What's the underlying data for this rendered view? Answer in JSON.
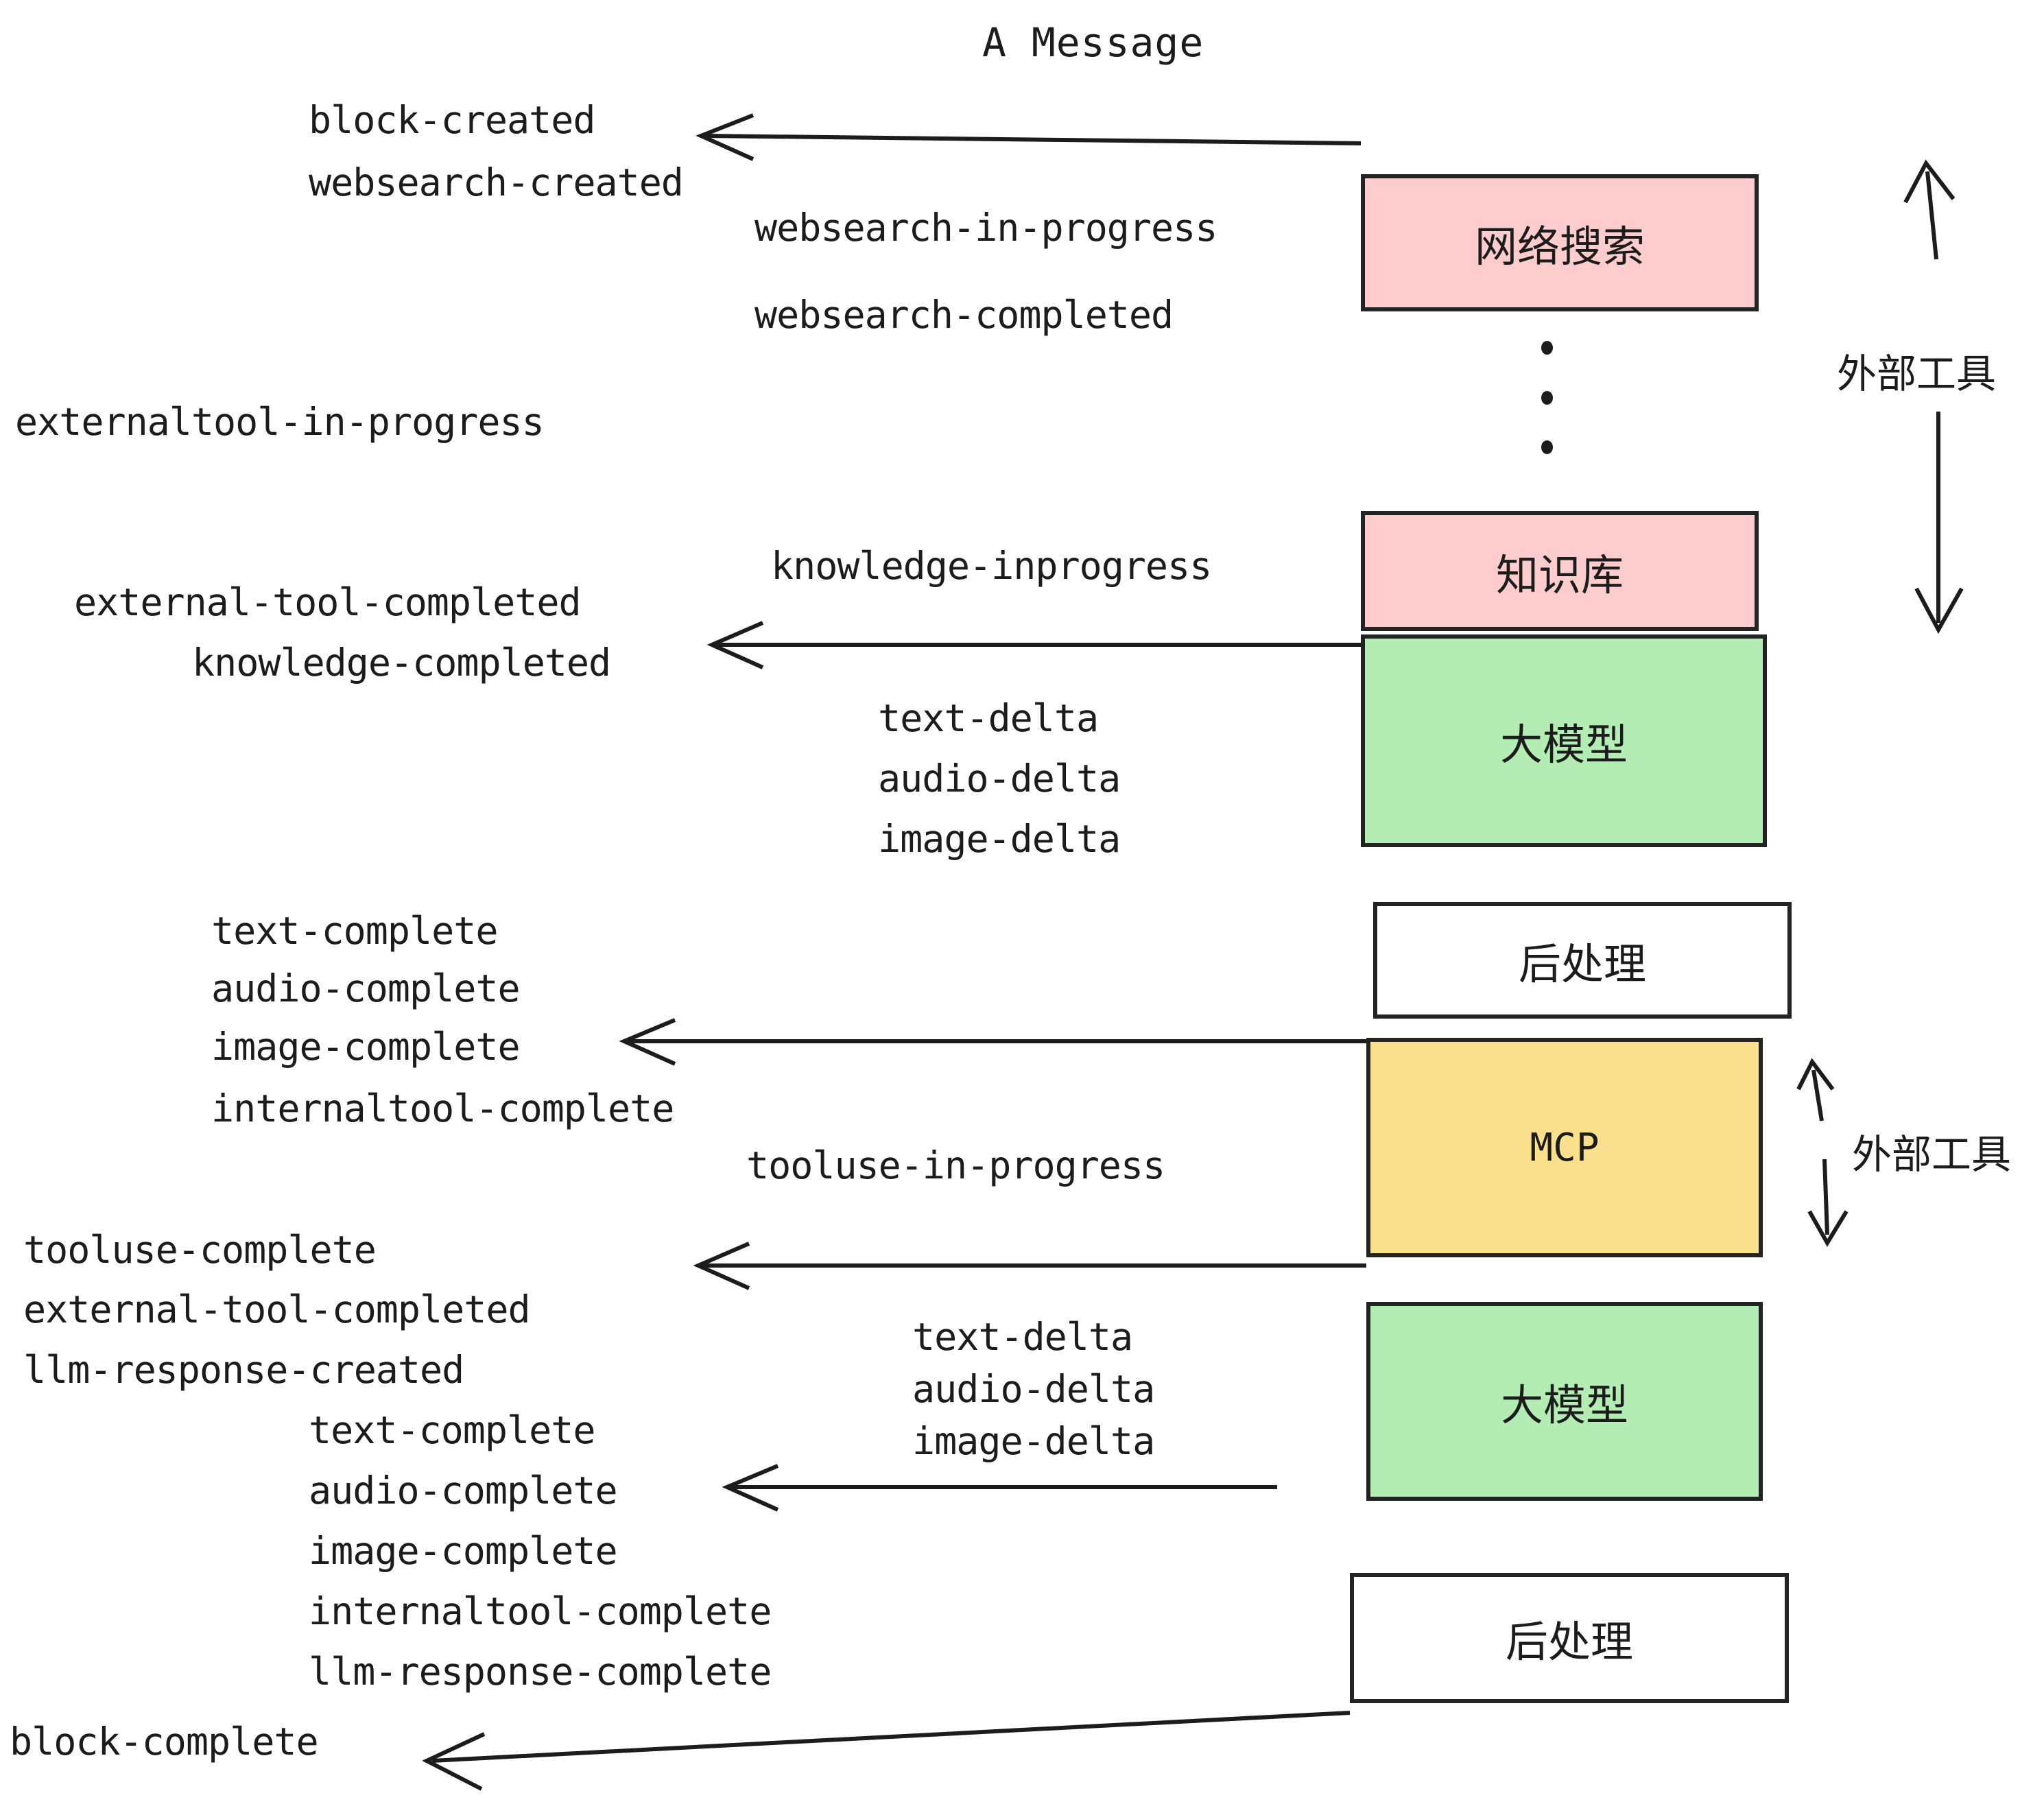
{
  "title": "A Message",
  "boxes": [
    {
      "key": "websearch",
      "label": "网络搜索",
      "color": "#fdcccc",
      "fill": "pink"
    },
    {
      "key": "knowledge",
      "label": "知识库",
      "color": "#fdcccc",
      "fill": "pink"
    },
    {
      "key": "llm_top",
      "label": "大模型",
      "color": "#b4edb4",
      "fill": "green"
    },
    {
      "key": "post_top",
      "label": "后处理",
      "color": "#ffffff",
      "fill": "white"
    },
    {
      "key": "mcp",
      "label": "MCP",
      "color": "#fae08c",
      "fill": "yellow"
    },
    {
      "key": "llm_bottom",
      "label": "大模型",
      "color": "#b4edb4",
      "fill": "green"
    },
    {
      "key": "post_bottom",
      "label": "后处理",
      "color": "#ffffff",
      "fill": "white"
    }
  ],
  "side_annotations": [
    {
      "key": "external_tools_top",
      "label": "外部工具"
    },
    {
      "key": "external_tools_bottom",
      "label": "外部工具"
    }
  ],
  "events": {
    "block_created": "block-created",
    "websearch_created": "websearch-created",
    "websearch_in_progress": "websearch-in-progress",
    "websearch_completed": "websearch-completed",
    "externaltool_in_progress": "externaltool-in-progress",
    "knowledge_inprogress": "knowledge-inprogress",
    "external_tool_completed_1": "external-tool-completed",
    "knowledge_completed": "knowledge-completed",
    "text_delta_1": "text-delta",
    "audio_delta_1": "audio-delta",
    "image_delta_1": "image-delta",
    "text_complete_1": "text-complete",
    "audio_complete_1": "audio-complete",
    "image_complete_1": "image-complete",
    "internaltool_complete_1": "internaltool-complete",
    "tooluse_in_progress": "tooluse-in-progress",
    "tooluse_complete": "tooluse-complete",
    "external_tool_completed_2": "external-tool-completed",
    "llm_response_created": "llm-response-created",
    "text_delta_2": "text-delta",
    "audio_delta_2": "audio-delta",
    "image_delta_2": "image-delta",
    "text_complete_2": "text-complete",
    "audio_complete_2": "audio-complete",
    "image_complete_2": "image-complete",
    "internaltool_complete_2": "internaltool-complete",
    "llm_response_complete": "llm-response-complete",
    "block_complete": "block-complete"
  },
  "colors": {
    "pink": "#fdcccc",
    "green": "#b4edb4",
    "yellow": "#fae08c",
    "white": "#ffffff",
    "stroke": "#1c1c1c"
  }
}
